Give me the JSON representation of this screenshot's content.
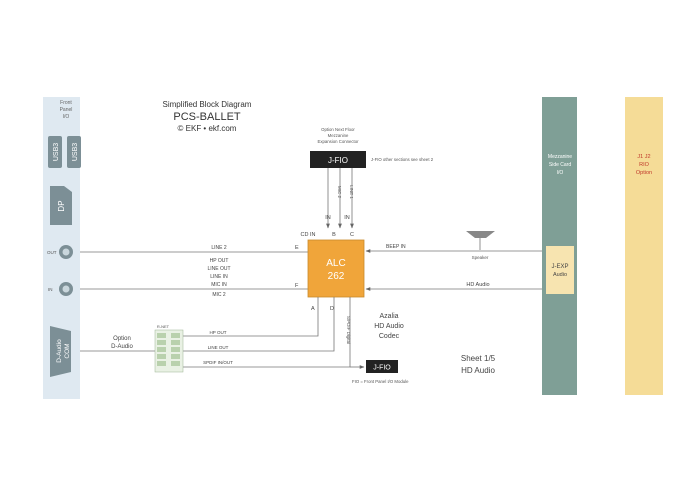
{
  "header": {
    "line1": "Simplified Block Diagram",
    "line2": "PCS-BALLET",
    "line3": "© EKF  •  ekf.com"
  },
  "front_panel": {
    "title_lines": [
      "Front",
      "Panel",
      "I/O"
    ],
    "usb_a": "USB3",
    "usb_b": "USB3",
    "dp": "DP",
    "jack_out": "OUT",
    "jack_in": "IN",
    "daudio_lines": [
      "D-Audio",
      "COM"
    ]
  },
  "jfio_top": {
    "label": "J-FIO",
    "caption_lines": [
      "Option Next Floor",
      "Mezzanine",
      "Expansion Connector"
    ],
    "note": "J-FIO other sections see sheet 2",
    "signals": [
      "MIC 2",
      "LINE 1"
    ],
    "bus_labels": [
      "CD IN",
      "IN",
      "B",
      "IN",
      "C"
    ]
  },
  "alc": {
    "lines": [
      "ALC",
      "262"
    ],
    "port_e": "E",
    "port_f": "F",
    "port_a": "A",
    "port_d": "D",
    "spdif_vertical": "S/PDIF Digital",
    "codec_lines": [
      "Azalia",
      "HD Audio",
      "Codec"
    ]
  },
  "left_signals": {
    "line2": "LINE 2",
    "out_group": [
      "HP OUT",
      "LINE OUT"
    ],
    "in_group": [
      "LINE IN",
      "MIC IN"
    ],
    "mic2": "MIC 2"
  },
  "beep": {
    "label": "BEEP IN",
    "speaker": "Speaker"
  },
  "hd_audio_label": "HD Audio",
  "option": {
    "lines": [
      "Option",
      "D-Audio"
    ],
    "rnet": "R-NET",
    "hp_out": "HP OUT",
    "line_out": "LINE OUT",
    "spdif_in_out": "SPDIF IN/OUT"
  },
  "jfio_bottom": {
    "label": "J-FIO",
    "caption": "FIO = Front Panel I/O Module"
  },
  "sheet": {
    "line1": "Sheet 1/5",
    "line2": "HD Audio"
  },
  "mezzanine": {
    "title_lines": [
      "Mezzanine",
      "Side Card",
      "I/O"
    ],
    "jexp_lines": [
      "J-EXP",
      "Audio"
    ]
  },
  "rio": {
    "lines": [
      "J1 J2",
      "RIO",
      "Option"
    ]
  },
  "colors": {
    "panel_blue": "#dfe9f1",
    "connector_grey": "#7c8f96",
    "alc_orange": "#f0a53a",
    "mezz_green": "#7f9f96",
    "jexp_tan": "#f7e4b0",
    "rio_yellow": "#f5dc97",
    "rio_text": "#c0392b",
    "jfio_black": "#222222",
    "rnet_green": "#b9d1ad"
  }
}
